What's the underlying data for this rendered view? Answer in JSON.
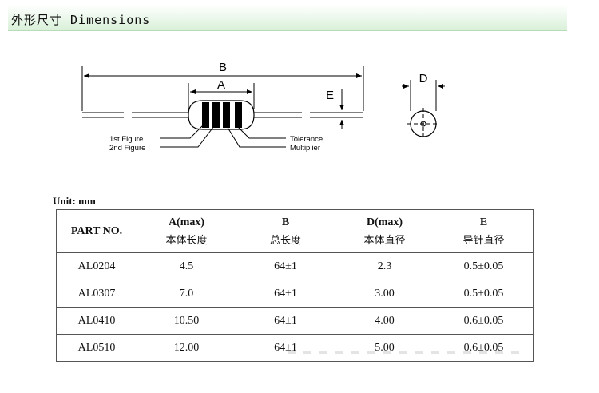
{
  "header": {
    "title": "外形尺寸 Dimensions"
  },
  "diagram": {
    "dims": {
      "a": "A",
      "b": "B",
      "d": "D",
      "e": "E"
    },
    "labels": {
      "first_figure": "1st Figure",
      "second_figure": "2nd Figure",
      "tolerance": "Tolerance",
      "multiplier": "Multiplier"
    }
  },
  "unit_label": "Unit: mm",
  "table": {
    "headers": [
      {
        "top": "PART NO.",
        "sub": ""
      },
      {
        "top": "A(max)",
        "sub": "本体长度"
      },
      {
        "top": "B",
        "sub": "总长度"
      },
      {
        "top": "D(max)",
        "sub": "本体直径"
      },
      {
        "top": "E",
        "sub": "导针直径"
      }
    ],
    "rows": [
      [
        "AL0204",
        "4.5",
        "64±1",
        "2.3",
        "0.5±0.05"
      ],
      [
        "AL0307",
        "7.0",
        "64±1",
        "3.00",
        "0.5±0.05"
      ],
      [
        "AL0410",
        "10.50",
        "64±1",
        "4.00",
        "0.6±0.05"
      ],
      [
        "AL0510",
        "12.00",
        "64±1",
        "5.00",
        "0.6±0.05"
      ]
    ]
  }
}
